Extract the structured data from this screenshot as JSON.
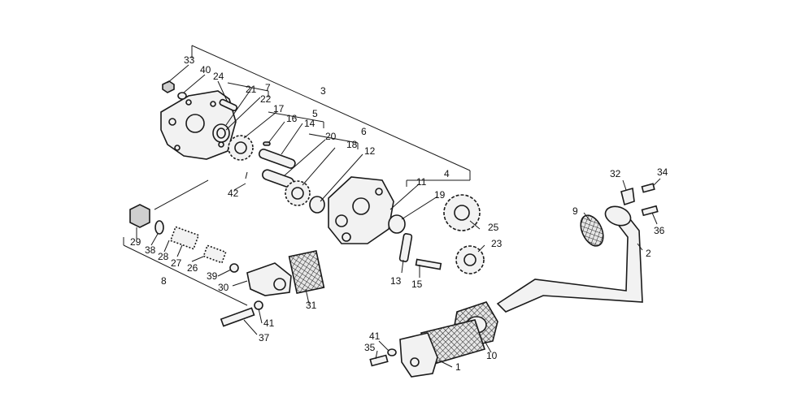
{
  "figure": {
    "callouts": [
      "1",
      "2",
      "3",
      "4",
      "5",
      "6",
      "7",
      "8",
      "9",
      "10",
      "11",
      "12",
      "13",
      "14",
      "15",
      "16",
      "17",
      "18",
      "19",
      "20",
      "21",
      "22",
      "23",
      "24",
      "25",
      "26",
      "27",
      "28",
      "29",
      "30",
      "31",
      "32",
      "33",
      "34",
      "35",
      "36",
      "37",
      "38",
      "39",
      "40",
      "41",
      "41",
      "42"
    ]
  },
  "colors": {
    "ink": "#1a1a1a",
    "paper": "#ffffff",
    "fill": "#f2f2f2"
  }
}
